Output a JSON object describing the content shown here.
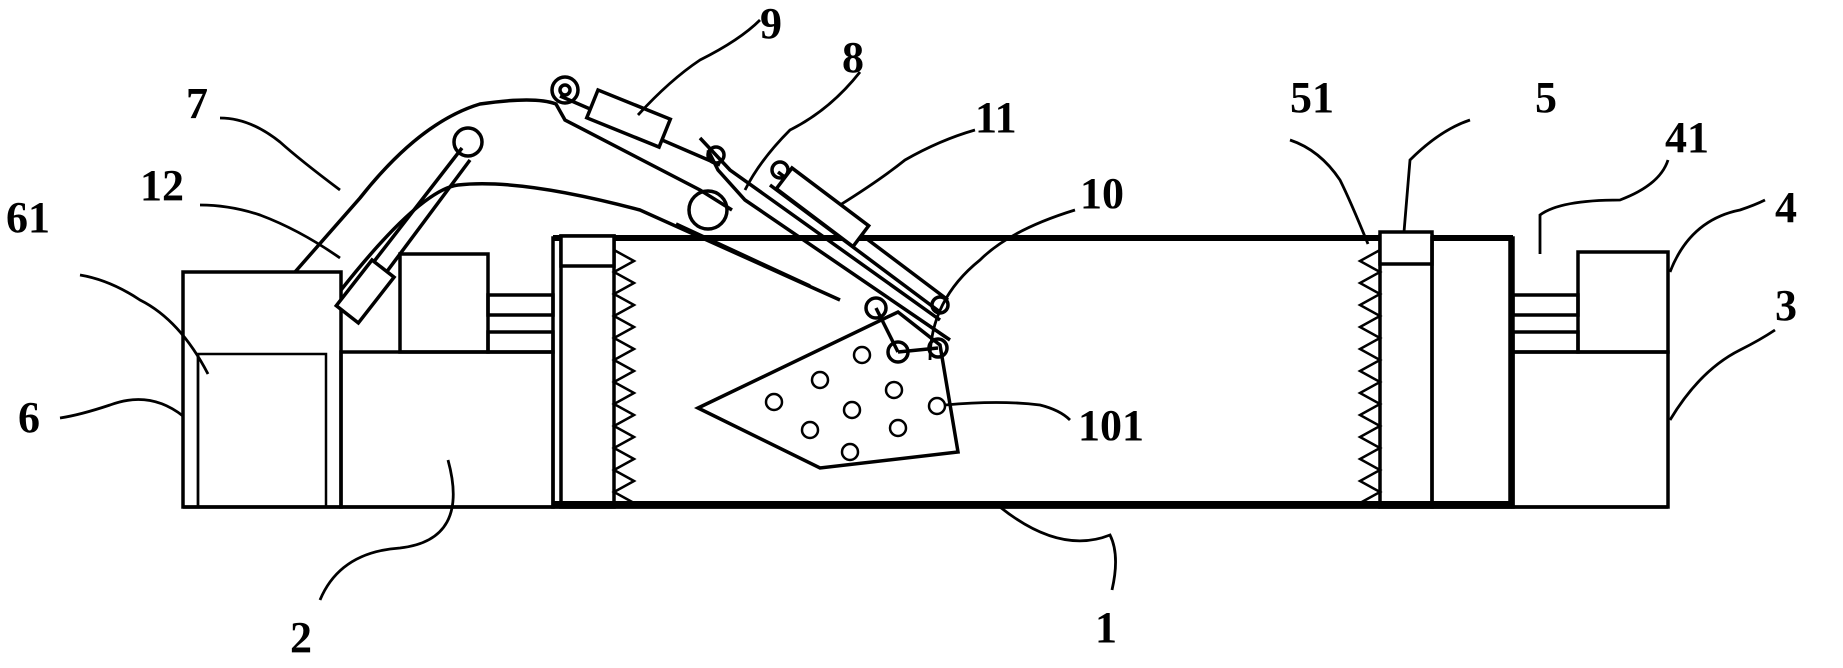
{
  "labels": {
    "l1": "1",
    "l2": "2",
    "l3": "3",
    "l4": "4",
    "l41": "41",
    "l5": "5",
    "l51": "51",
    "l6": "6",
    "l61": "61",
    "l7": "7",
    "l8": "8",
    "l9": "9",
    "l10": "10",
    "l11": "11",
    "l12": "12",
    "l101": "101"
  }
}
